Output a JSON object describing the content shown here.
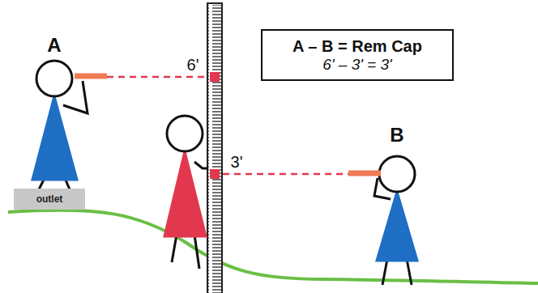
{
  "diagram": {
    "nodes": [
      {
        "text": [
          "A – B = Rem Cap",
          "6' – 3' = 3'"
        ]
      },
      {
        "text": [
          "outlet"
        ]
      }
    ],
    "labels": [
      "A",
      "6'",
      "3'",
      "B"
    ]
  }
}
